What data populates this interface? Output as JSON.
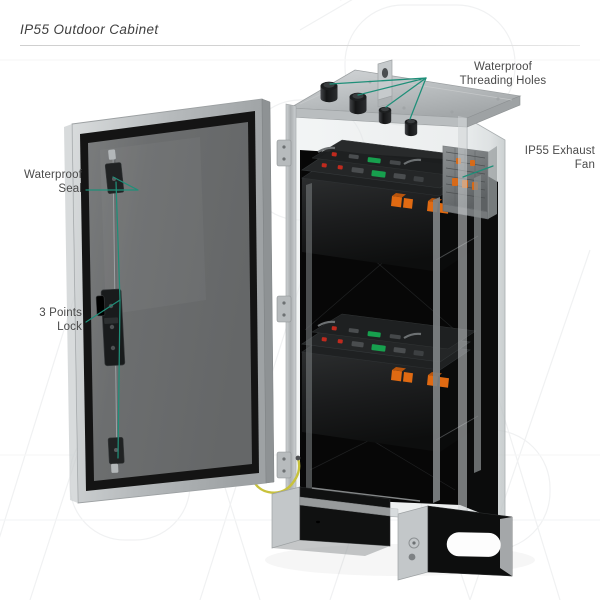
{
  "page": {
    "title": "IP55 Outdoor Cabinet",
    "background_color": "#ffffff",
    "title_color": "#3f3f3f",
    "label_color": "#4a4a4a",
    "leader_line_color": "#1f8f79",
    "rule_color": "#cfcfcf"
  },
  "callouts": [
    {
      "id": "threading",
      "label": "Waterproof\nThreading Holes",
      "align": "center",
      "points_to": "cable-gland-holes-on-cabinet-roof"
    },
    {
      "id": "fan",
      "label": "IP55 Exhaust\nFan",
      "align": "right",
      "points_to": "exhaust-fan-grille"
    },
    {
      "id": "seal",
      "label": "Waterproof\nSeal",
      "align": "right",
      "points_to": "door-gasket"
    },
    {
      "id": "lock",
      "label": "3 Points\nLock",
      "align": "right",
      "points_to": "three-point-locking-rod"
    }
  ],
  "illustration": {
    "name": "ip55-outdoor-cabinet-cutaway",
    "view": "isometric-open-door",
    "colors": {
      "door_panel": "#6e6e6e",
      "door_frame": "#b9bcbe",
      "gasket": "#141414",
      "cabinet_body": "#c2c5c7",
      "cabinet_roof": "#b0b4b6",
      "interior_dark": "#060606",
      "battery_face": "#1a1a1a",
      "connector_orange": "#e06a12",
      "led_red": "#c02a1e",
      "led_green": "#17a04e",
      "ground_wire": "#c8c23c",
      "base_channel": "#101010",
      "base_cap": "#b5b8ba",
      "glass_tint": "#dfe3e4"
    },
    "parts": [
      {
        "name": "front-door",
        "detail": "grey painted steel door with black perimeter gasket"
      },
      {
        "name": "door-gasket",
        "detail": "continuous black waterproof seal"
      },
      {
        "name": "three-point-lock",
        "detail": "vertical rod lock with centre handle housing, top and bottom latch points"
      },
      {
        "name": "hinges",
        "detail": "three hinges on the right edge of the door"
      },
      {
        "name": "ground-wire",
        "detail": "yellow-green earth bonding strap at door bottom"
      },
      {
        "name": "cabinet-roof",
        "detail": "removable top plate with four black waterproof cable glands"
      },
      {
        "name": "cable-glands",
        "count": 4
      },
      {
        "name": "lifting-eye",
        "detail": "bracket at rear of roof"
      },
      {
        "name": "exhaust-fan",
        "detail": "IP55 filtered fan assembly on the right side wall"
      },
      {
        "name": "battery-modules",
        "count": 2,
        "detail": "rack-mounted modules with LED indicators and orange terminal covers"
      },
      {
        "name": "rack-frame",
        "detail": "internal 19-inch mounting uprights"
      },
      {
        "name": "base-plinth",
        "detail": "black channel base with oval hand-hold cutouts and silver end caps"
      }
    ]
  }
}
